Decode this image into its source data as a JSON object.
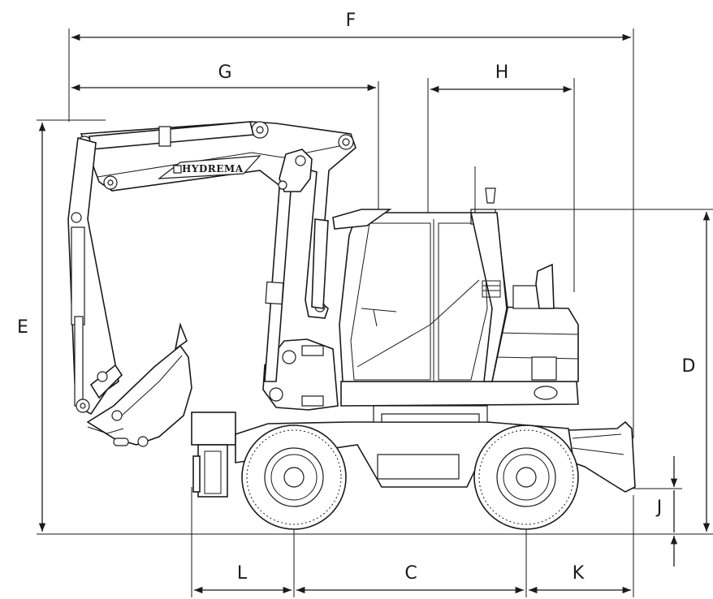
{
  "dimensions": {
    "F": "F",
    "G": "G",
    "H": "H",
    "E": "E",
    "D": "D",
    "J": "J",
    "L": "L",
    "C": "C",
    "K": "K"
  },
  "brand_logo": "HYDREMA"
}
